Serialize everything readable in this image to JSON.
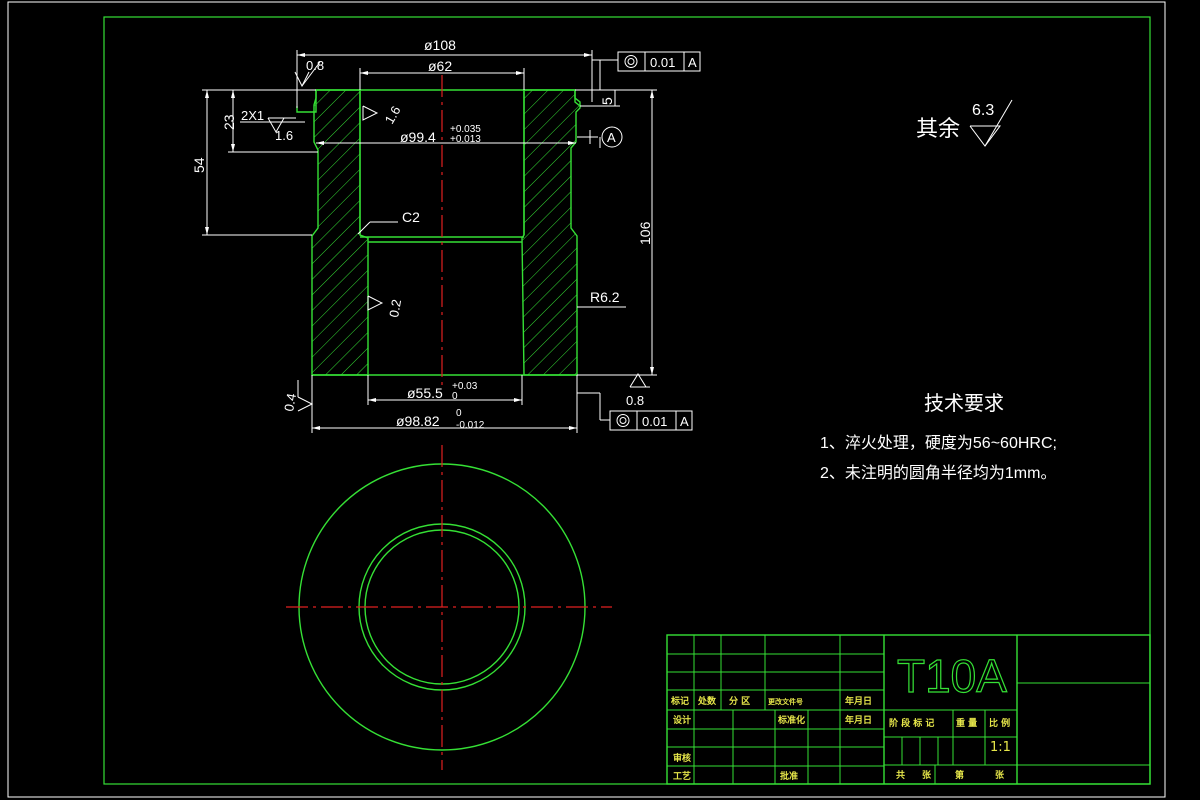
{
  "drawing": {
    "dimensions": {
      "d108": "ø108",
      "d62": "ø62",
      "d99": "ø99.4",
      "d99_tol_upper": "+0.035",
      "d99_tol_lower": "+0.013",
      "d55": "ø55.5",
      "d55_tol_lower": "0",
      "d55_tol_upper": "+0.03",
      "d98": "ø98.82",
      "d98_tol_upper": "0",
      "d98_tol_lower": "-0.012",
      "h23": "23",
      "h54": "54",
      "h106": "106",
      "h5": "5",
      "chamfer_2x1": "2X1",
      "chamfer_c2": "C2",
      "radius": "R6.2"
    },
    "roughness": {
      "top_face": "0.8",
      "step_face": "1.6",
      "bore_upper": "1.6",
      "bore_lower": "0.2",
      "bottom_face": "0.4",
      "outer_lower": "0.8",
      "rest_label": "其余",
      "rest_value": "6.3"
    },
    "tolerance_frames": {
      "top": {
        "value": "0.01",
        "datum": "A"
      },
      "bottom": {
        "value": "0.01",
        "datum": "A"
      },
      "datum_label": "A"
    },
    "tech_requirements": {
      "title": "技术要求",
      "item1": "1、淬火处理，硬度为56~60HRC;",
      "item2": "2、未注明的圆角半径均为1mm。"
    }
  },
  "title_block": {
    "material": "T10A",
    "scale": "1:1",
    "labels": {
      "mark": "标记",
      "count": "处数",
      "zone": "分 区",
      "change_doc": "更改文件号",
      "date1": "年月日",
      "design": "设计",
      "standardize": "标准化",
      "date2": "年月日",
      "stage_mark": "阶 段 标 记",
      "weight": "重 量",
      "ratio": "比 例",
      "review": "审核",
      "process": "工艺",
      "approve": "批准",
      "total": "共",
      "sheet_total": "张",
      "page": "第",
      "sheet_page": "张"
    }
  },
  "colors": {
    "background": "#000000",
    "geometry": "#35e035",
    "dimension": "#ffffff",
    "centerline": "#e02020",
    "title_text": "#e6e64a"
  }
}
